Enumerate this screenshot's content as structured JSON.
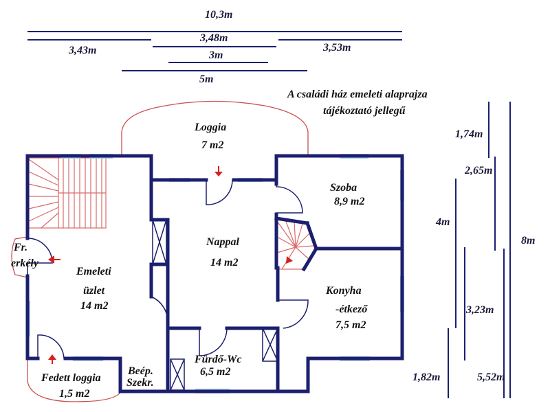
{
  "title": {
    "line1": "A családi ház emeleti alaprajza",
    "line2": "tájékoztató jellegű"
  },
  "dimensions": {
    "top_total": "10,3m",
    "left_span": "3,43m",
    "middle_span": "3,48m",
    "inner_span": "3m",
    "right_span": "3,53m",
    "bottom_span": "5m",
    "right_1": "1,74m",
    "right_2": "2,65m",
    "right_3": "4m",
    "right_total": "8m",
    "right_4": "3,23m",
    "right_5": "1,82m",
    "right_6": "5,52m"
  },
  "rooms": {
    "loggia": {
      "name": "Loggia",
      "area": "7 m2"
    },
    "szoba": {
      "name": "Szoba",
      "area": "8,9 m2"
    },
    "nappal": {
      "name": "Nappal",
      "area": "14 m2"
    },
    "fr_erkely": {
      "line1": "Fr.",
      "line2": "erkély"
    },
    "emeleti_uzlet": {
      "line1": "Emeleti",
      "line2": "üzlet",
      "area": "14 m2"
    },
    "konyha": {
      "line1": "Konyha",
      "line2": "-étkező",
      "area": "7,5 m2"
    },
    "furdo": {
      "name": "Fürdő-Wc",
      "area": "6,5 m2"
    },
    "beep": {
      "line1": "Beép.",
      "line2": "Szekr."
    },
    "fedett_loggia": {
      "name": "Fedett loggia",
      "area": "1,5 m2"
    }
  },
  "colors": {
    "wall": "#1b1f6e",
    "window": "#a9cde3",
    "stair": "#d96a6a",
    "arrow": "#d62020",
    "outline": "#c85050"
  }
}
